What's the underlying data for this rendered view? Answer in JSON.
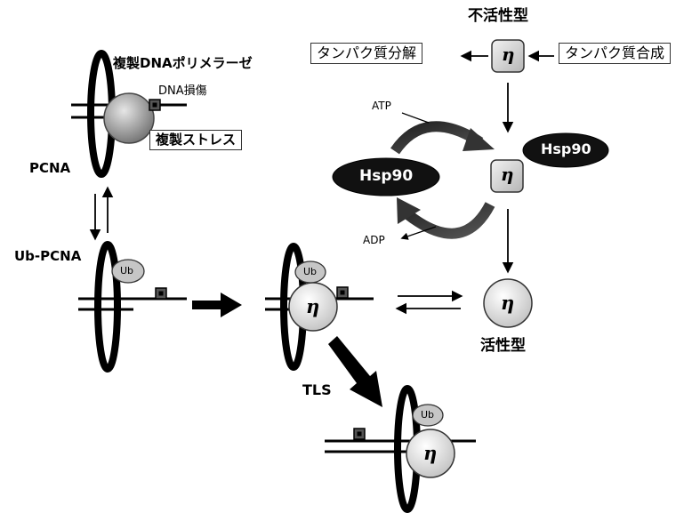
{
  "labels": {
    "inactive_form": "不活性型",
    "protein_degradation": "タンパク質分解",
    "protein_synthesis": "タンパク質合成",
    "replicative_polymerase": "複製DNAポリメラーゼ",
    "dna_damage": "DNA損傷",
    "replication_stress": "複製ストレス",
    "pcna": "PCNA",
    "ub_pcna": "Ub-PCNA",
    "atp": "ATP",
    "adp": "ADP",
    "active_form": "活性型",
    "tls": "TLS",
    "hsp90": "Hsp90",
    "ub": "Ub",
    "eta": "η"
  },
  "colors": {
    "ink": "#000000",
    "hsp90_fill": "#111111",
    "hsp90_text": "#ffffff",
    "eta_box": "#d0d0d0",
    "eta_circle": "#dedede",
    "ub_fill": "#bdbdbd",
    "polymerase_ball": "#888888",
    "lesion_fill": "#333333"
  }
}
